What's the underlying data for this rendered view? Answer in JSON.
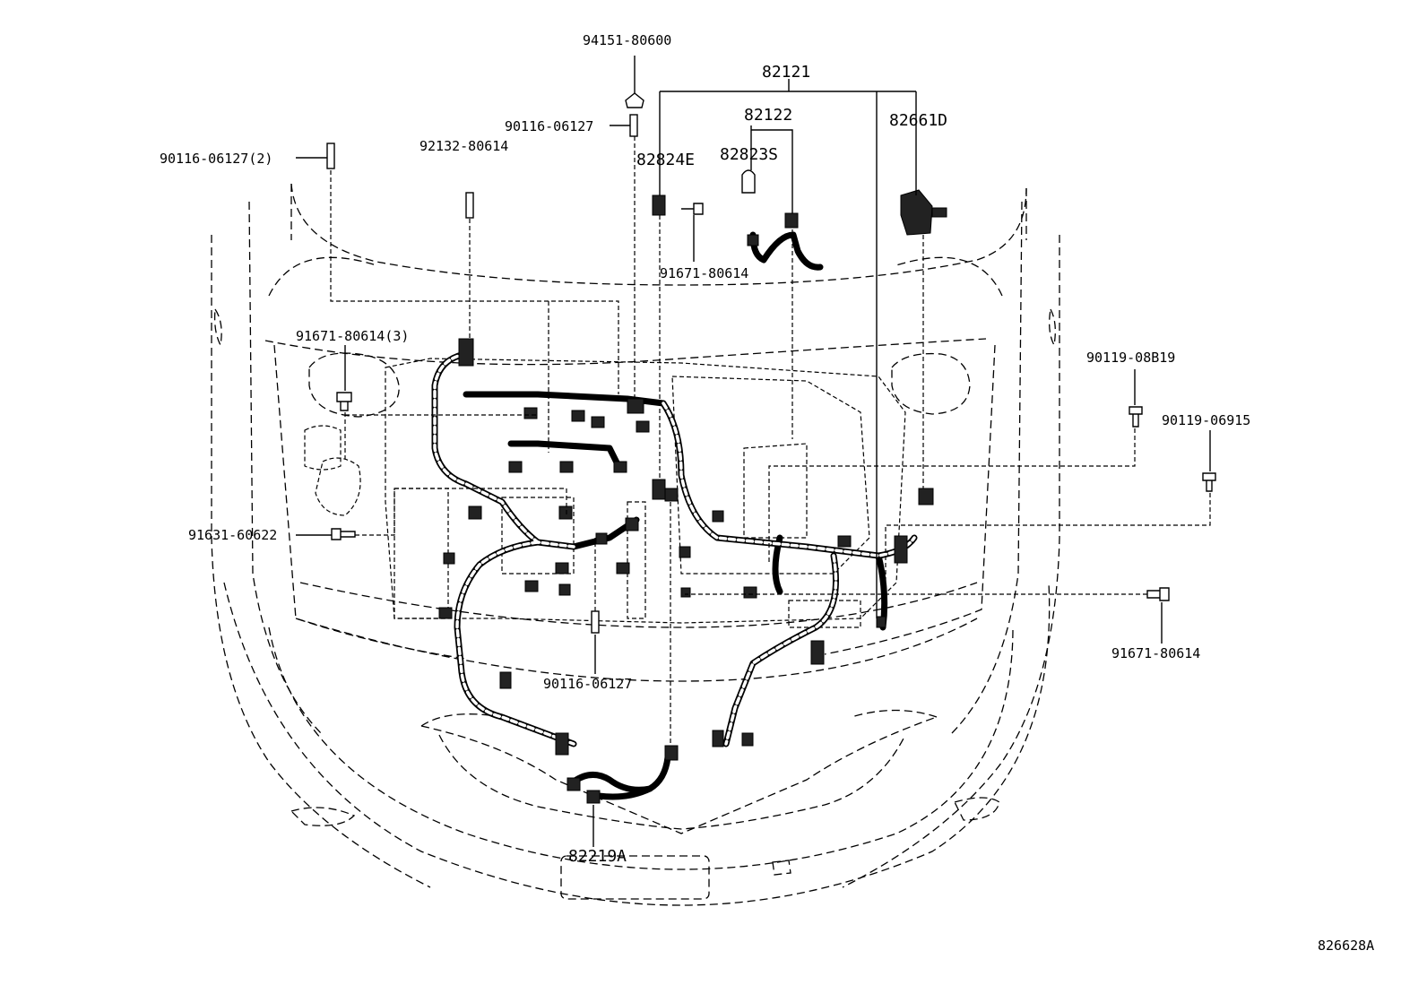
{
  "diagram": {
    "reference_code": "826628A",
    "labels": {
      "p94151": "94151-80600",
      "p82121": "82121",
      "p90116_top": "90116-06127",
      "p82122": "82122",
      "p82661d": "82661D",
      "p90116_2": "90116-06127(2)",
      "p92132": "92132-80614",
      "p82824e": "82824E",
      "p82823s": "82823S",
      "p91671_mid": "91671-80614",
      "p91671_3": "91671-80614(3)",
      "p90119_08b19": "90119-08B19",
      "p90119_06915": "90119-06915",
      "p91631": "91631-60622",
      "p91671_right": "91671-80614",
      "p90116_low": "90116-06127",
      "p82219a": "82219A"
    }
  }
}
